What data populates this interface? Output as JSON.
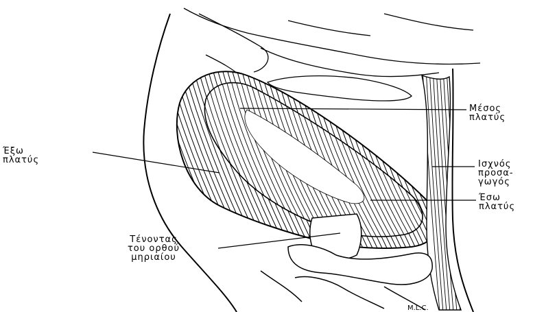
{
  "labels": {
    "vastus_intermedius": [
      "Μέσος",
      "πλατύς"
    ],
    "vastus_lateralis": [
      "Έξω",
      "πλατύς"
    ],
    "gracilis": [
      "Ισχνός",
      "προσα-",
      "γωγός"
    ],
    "vastus_medialis": [
      "Έσω",
      "πλατύς"
    ],
    "rectus_femoris_tendon": [
      "Τένοντας",
      "του ορθού",
      "μηριαίου"
    ]
  },
  "signature": "M.L.C."
}
